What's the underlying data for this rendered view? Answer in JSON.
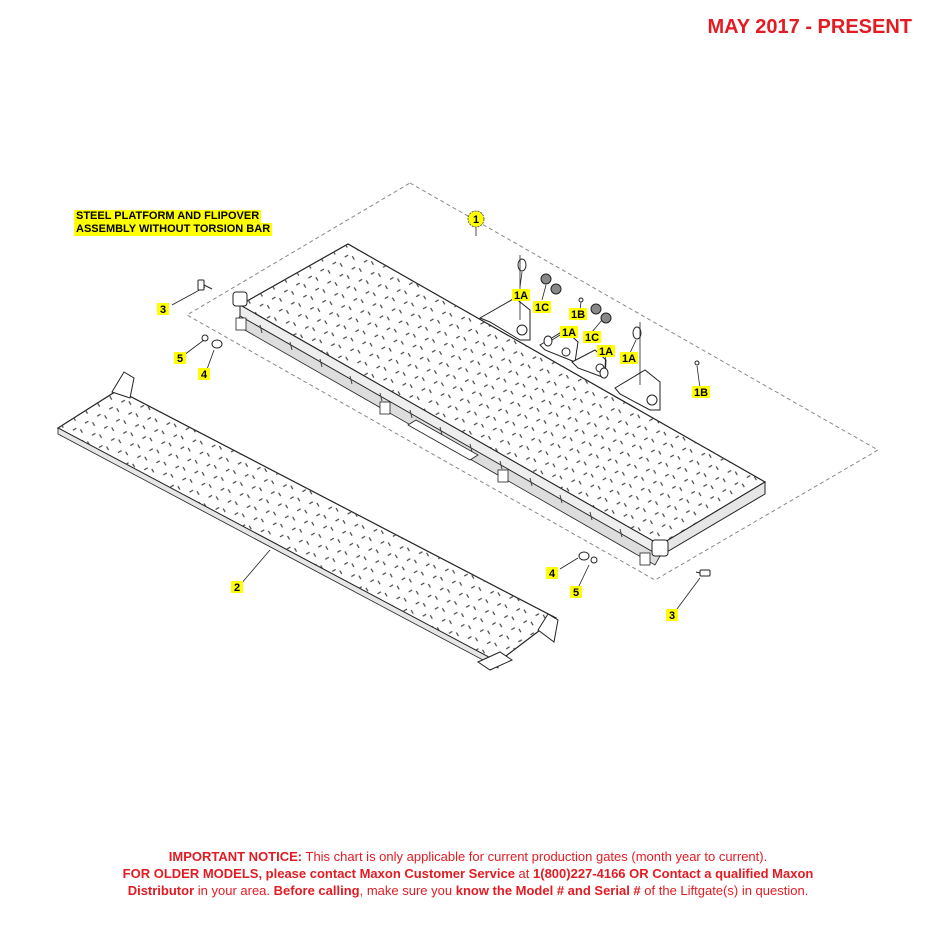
{
  "header": {
    "date_range": "MAY 2017 - PRESENT"
  },
  "assembly_title": {
    "line1": "STEEL PLATFORM AND FLIPOVER",
    "line2": "ASSEMBLY WITHOUT TORSION BAR"
  },
  "callouts": {
    "c1": "1",
    "c1a_1": "1A",
    "c1c_1": "1C",
    "c1b_1": "1B",
    "c1a_2": "1A",
    "c1c_2": "1C",
    "c1a_3": "1A",
    "c1a_4": "1A",
    "c1b_2": "1B",
    "c2": "2",
    "c3_left": "3",
    "c4_left": "4",
    "c5_left": "5",
    "c3_right": "3",
    "c4_right": "4",
    "c5_right": "5"
  },
  "notice": {
    "important_label": "IMPORTANT NOTICE:",
    "important_text": " This chart is only applicable for current production gates (month year to current).",
    "older_models_bold": "FOR OLDER MODELS, please contact Maxon Customer Service",
    "at_text": " at ",
    "phone_bold": "1(800)227-4166 OR Contact a qualified Maxon",
    "distributor_bold": "Distributor",
    "in_area_text": " in your area. ",
    "before_calling_bold": "Before calling",
    "make_sure_text": ", make sure you ",
    "know_model_bold": "know the Model # and Serial #",
    "of_liftgate_text": " of the Liftgate(s) in question."
  },
  "colors": {
    "header_red": "#e31b23",
    "highlight_yellow": "#ffff00",
    "line": "#333333"
  }
}
